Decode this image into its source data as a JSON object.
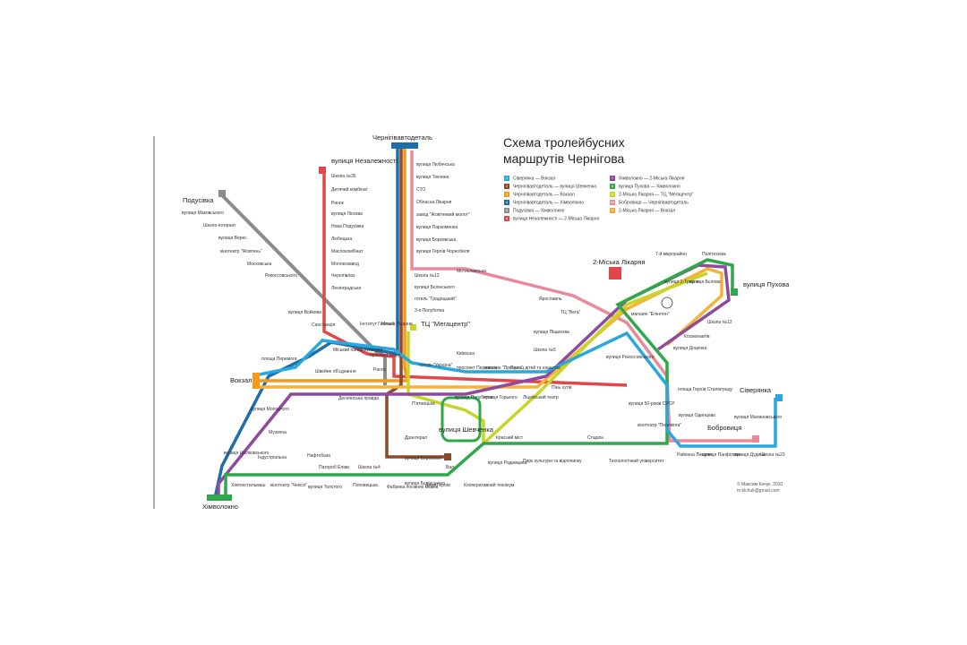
{
  "title_line1": "Схема тролейбусних",
  "title_line2": "маршрутів Чернігова",
  "legend": [
    {
      "num": "1",
      "color": "#29a8e0",
      "text": "Сіверянка — Вокзал"
    },
    {
      "num": "2",
      "color": "#8b4a2b",
      "text": "Чернігівавтодеталь — вулиця Шевченка"
    },
    {
      "num": "3",
      "color": "#f39a1e",
      "text": "Чернігівавтодеталь — Вокзал"
    },
    {
      "num": "4",
      "color": "#1f6ea8",
      "text": "Чернігівавтодеталь — Хімволокно"
    },
    {
      "num": "5",
      "color": "#8c8c8c",
      "text": "Подусівка — Хімволокно"
    },
    {
      "num": "6",
      "color": "#e0464a",
      "text": "вулиця Незалежності — 2-Міська Лікарня"
    },
    {
      "num": "7",
      "color": "#8e4a9c",
      "text": "Хімволокно — 2-Міська Лікарня"
    },
    {
      "num": "8",
      "color": "#2ea84a",
      "text": "вулиця Пухова — Хімволокно"
    },
    {
      "num": "9",
      "color": "#c8d42a",
      "text": "2-Міська Лікарня — ТЦ \"Мегацентр\""
    },
    {
      "num": "10",
      "color": "#e98a9a",
      "text": "Бобровиця — Чернігівавтодеталь"
    },
    {
      "num": "11",
      "color": "#e8a33a",
      "text": "2-Міська Лікарня — Вокзал"
    }
  ],
  "terminals": {
    "chernihivavtodetal": "Чернігівавтодеталь",
    "nezalezhnosti": "вулиця Незалежності",
    "podusivka": "Подусівка",
    "vokzal": "Вокзал",
    "khimvolokno": "Хімволокно",
    "hospital2": "2-Міська Лікарня",
    "pukhova": "вулиця Пухова",
    "siverianka": "Сіверянка",
    "bobrovytsia": "Бобровиця",
    "shevchenka": "вулиця Шевченка",
    "megacentr": "ТЦ \"Мегацентр\""
  },
  "stops": [
    "вулиця Любечська",
    "вулиця Текчина",
    "СТО",
    "Обласна Лікарня",
    "завод \"Жовтневий молот\"",
    "вулиця Пархоменка",
    "вулиця Борковська",
    "вулиця Героїв Чорнобиля",
    "Школа №13",
    "вулиця Бєлінського",
    "готель \"Градецький\"",
    "3-я Полуботка",
    "Мстиславська",
    "вулиця Маковського",
    "Школо-інтернат",
    "вулиця Верес",
    "кінотеатр \"Жовтень\"",
    "Московська",
    "Рокоссовського",
    "Школа №35",
    "Дитячий комбінат",
    "Ринок",
    "вулиця Ліскова",
    "Нова Подусівка",
    "Любецька",
    "Маслокомбінат",
    "Молокозавод",
    "Чернігівлаз",
    "Ленінградська",
    "вулиця Войкова",
    "Санстанція",
    "Інститут Геології",
    "Міська Лікарня",
    "Міський палац культури",
    "проспект Миру",
    "Ринок",
    "Швейне об'єднання",
    "площа Перемоги",
    "Деснянська правда",
    "вулиця Молодчого",
    "Музична",
    "вулиця Ціолковського",
    "Індустріальна",
    "Нафтобаза",
    "Хімтекстильмаш",
    "кінотеатр \"Чексіл\"",
    "Патороб Еліви",
    "Школа №4",
    "вулиця Толстого",
    "Поповецька",
    "Фабрика посівних мішків",
    "Алея Героїв",
    "Кооперативний технікум",
    "вулиця Березової",
    "Вал",
    "вулиця Бєлінського",
    "Дрантерал",
    "Красний міст",
    "вулиця Родимцева",
    "Парк культури та відпочинку",
    "Стадіон",
    "Технологічний університет",
    "П'ятницька",
    "вулиця Полуботка",
    "вулиця Горького",
    "Ліцейський театр",
    "Київська",
    "готель \"Україна\"",
    "проспект Перемоги",
    "магазин \"Прогрес\"",
    "Палац дітей та юнацтва",
    "Пінь хутів",
    "Ярославль",
    "ТЦ \"Вега\"",
    "вулиця Піщихова",
    "Школа №5",
    "вулиця Рокоссовського",
    "вулиця 50-років СРСР",
    "вулиця Одинцова",
    "кінотеатр \"Перемога\"",
    "Районна Лікарня",
    "вулиця Панфілова",
    "вулиця Дудича",
    "Школа №23",
    "вулиця Малиновського",
    "площа Героїв Сталінграду",
    "Космонавтів",
    "вулиця Доценка",
    "Школа №12",
    "магазин \"Електон\"",
    "вулиця 1-Травня",
    "вулиця Бєлова",
    "7-й мікрорайон",
    "Політехніка"
  ],
  "copyright_line1": "© Максим Качук, 2010",
  "copyright_line2": "m.klchuk@gmail.com",
  "colors": {
    "line1": "#29a8e0",
    "line2": "#8b4a2b",
    "line3": "#f39a1e",
    "line4": "#1f6ea8",
    "line5": "#8c8c8c",
    "line6": "#e0464a",
    "line7": "#8e4a9c",
    "line8": "#2ea84a",
    "line9": "#c8d42a",
    "line10": "#e98a9a",
    "line11": "#e8a33a"
  }
}
